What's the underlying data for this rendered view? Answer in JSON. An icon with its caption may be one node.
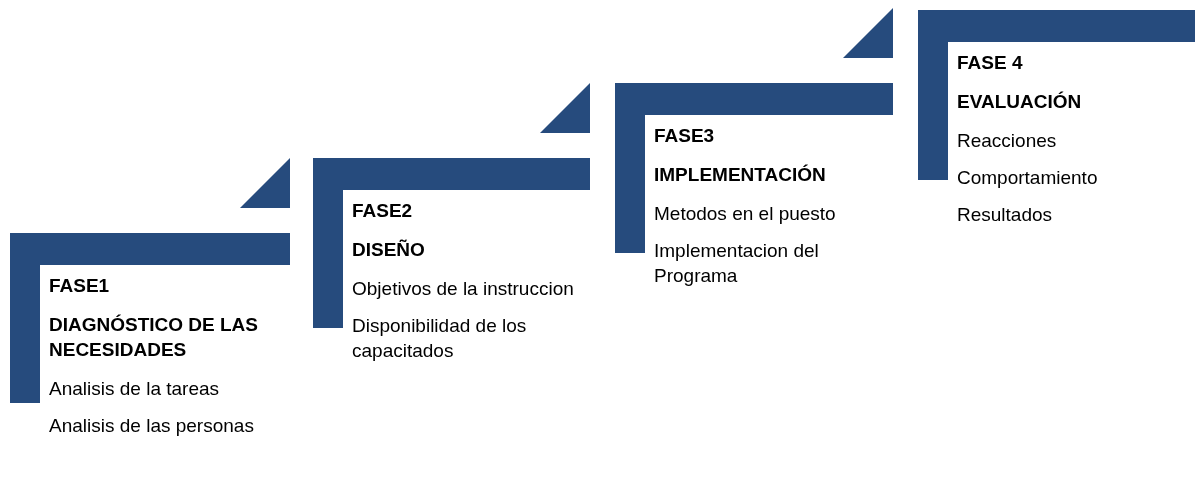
{
  "diagram": {
    "nodes": [
      {
        "text": [
          "FASE1",
          "DIAGNÓSTICO DE LAS NECESIDADES",
          "Analisis de la tareas",
          "Analisis de las personas"
        ]
      },
      {
        "text": [
          "FASE2",
          "DISEÑO",
          "Objetivos de la instruccion",
          "Disponibilidad de los capacitados"
        ]
      },
      {
        "text": [
          "FASE3",
          "IMPLEMENTACIÓN",
          "Metodos en el puesto",
          "Implementacion del Programa"
        ]
      },
      {
        "text": [
          "FASE 4",
          "EVALUACIÓN",
          "Reacciones",
          "Comportamiento",
          "Resultados"
        ]
      }
    ]
  }
}
